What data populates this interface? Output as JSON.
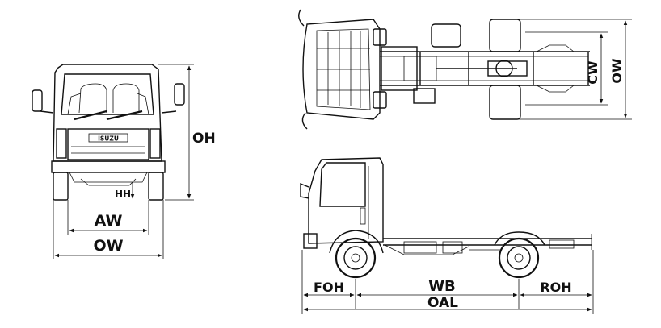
{
  "views": {
    "front": {
      "badge": "ISUZU",
      "dims": {
        "oh": "OH",
        "hh": "HH",
        "aw": "AW",
        "ow": "OW"
      }
    },
    "top": {
      "dims": {
        "cw": "CW",
        "ow": "OW"
      }
    },
    "side": {
      "dims": {
        "foh": "FOH",
        "wb": "WB",
        "roh": "ROH",
        "oal": "OAL"
      }
    }
  }
}
